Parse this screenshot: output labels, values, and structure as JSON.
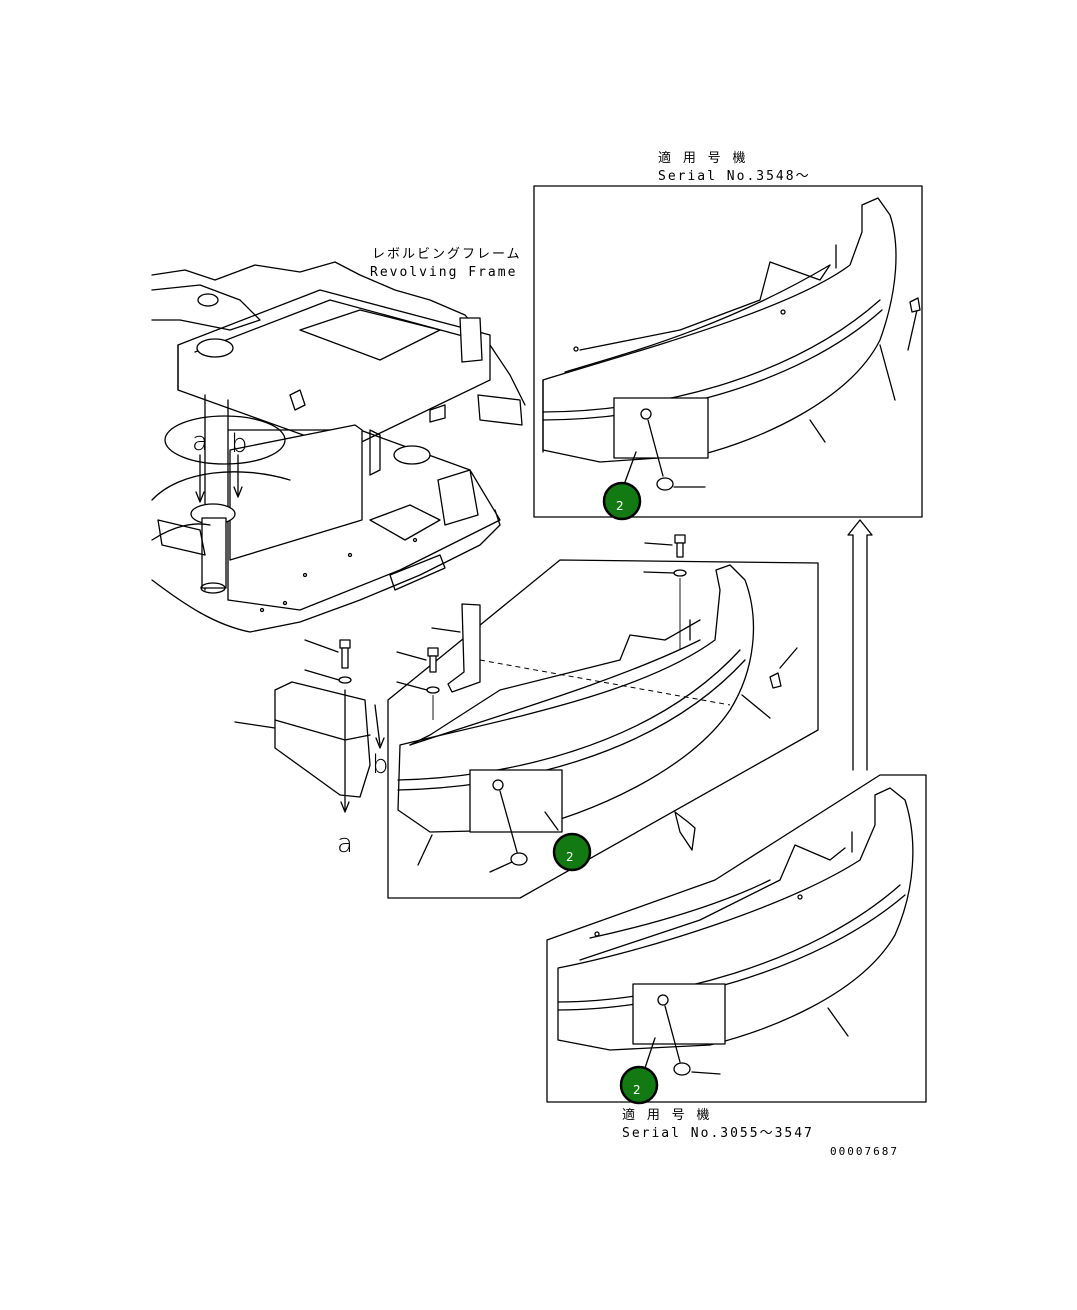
{
  "labels": {
    "revolving_frame_jp": "レボルビングフレーム",
    "revolving_frame_en": "Revolving Frame",
    "serial_top_jp": "適 用 号 機",
    "serial_top_en": "Serial No.3548～",
    "serial_bottom_jp": "適 用 号 機",
    "serial_bottom_en": "Serial No.3055～3547",
    "drawing_number": "00007687"
  },
  "pointers": {
    "a": "a",
    "b": "b"
  },
  "callouts": [
    "2",
    "2",
    "2"
  ],
  "colors": {
    "callout_fill": "#137a13",
    "line": "#000000",
    "background": "#ffffff"
  }
}
